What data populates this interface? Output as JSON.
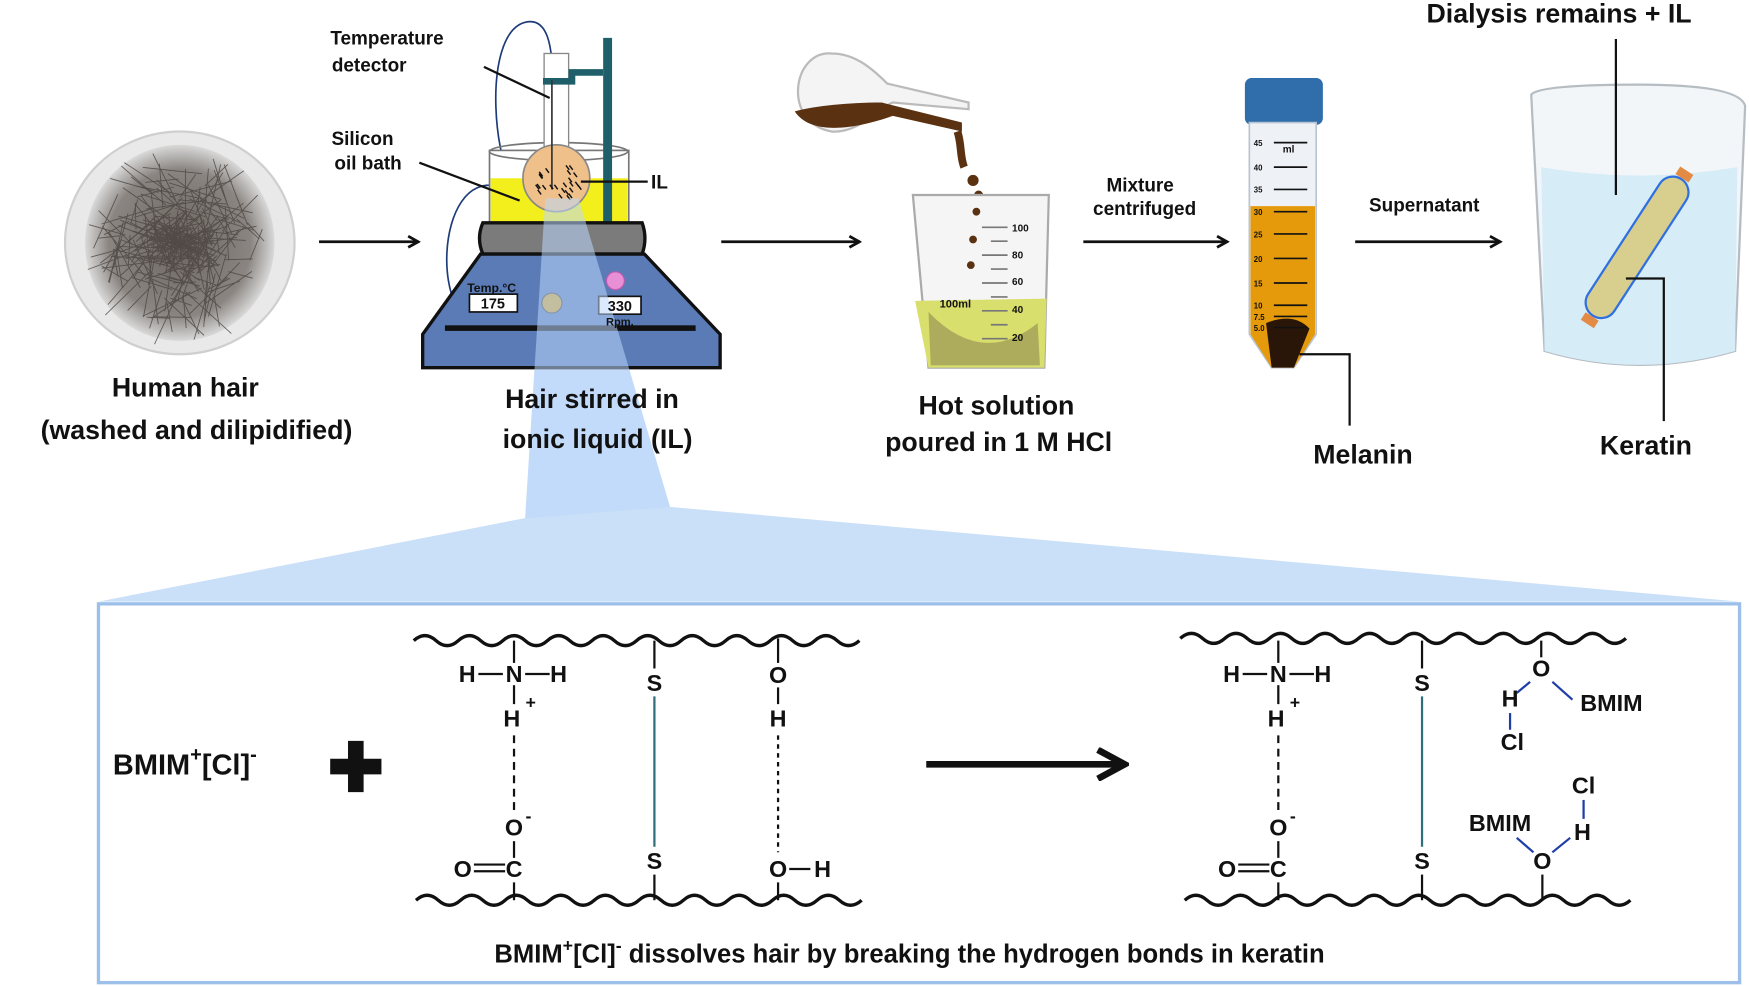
{
  "steps": {
    "hair": {
      "line1": "Human hair",
      "line2": "(washed and dilipidified)"
    },
    "stir": {
      "line1": "Hair stirred in",
      "line2": "ionic liquid (IL)",
      "temperature_detector_1": "Temperature",
      "temperature_detector_2": "detector",
      "oil_bath_1": "Silicon",
      "oil_bath_2": "oil bath",
      "il": "IL",
      "temp_label": "Temp.°C",
      "temp_value": "175",
      "rpm_value": "330",
      "rpm_label": "Rpm."
    },
    "pour": {
      "line1": "Hot solution",
      "line2": "poured in 1 M HCl",
      "beaker_ticks": [
        "100",
        "80",
        "60",
        "40",
        "20"
      ],
      "beaker_volume": "100ml"
    },
    "centrifuge": {
      "arrow_1": "Mixture",
      "arrow_2": "centrifuged",
      "tube_unit": "ml",
      "tube_ticks": [
        "45",
        "40",
        "35",
        "30",
        "25",
        "20",
        "15",
        "10",
        "7.5",
        "5.0"
      ],
      "product": "Melanin"
    },
    "dialysis": {
      "arrow": "Supernatant",
      "top_label": "Dialysis remains + IL",
      "product": "Keratin"
    }
  },
  "mechanism": {
    "reagent": "BMIM",
    "reagent_cation": "+",
    "reagent_anion": "[Cl]",
    "reagent_anion_charge": "-",
    "caption_a": "BMIM",
    "caption_plus": "+",
    "caption_b": "[Cl]",
    "caption_minus": "-",
    "caption_c": " dissolves hair by breaking the hydrogen bonds in keratin"
  },
  "colors": {
    "beam": "#c7ddf8",
    "box_border": "#9cc0ea",
    "hotplate": "#5a7bb5",
    "oil": "#f3ef1d",
    "supernatant": "#e59a0c",
    "stand": "#1f5f6a",
    "sbond": "#2e6f7a",
    "bmim_bond": "#1f3fa8"
  }
}
